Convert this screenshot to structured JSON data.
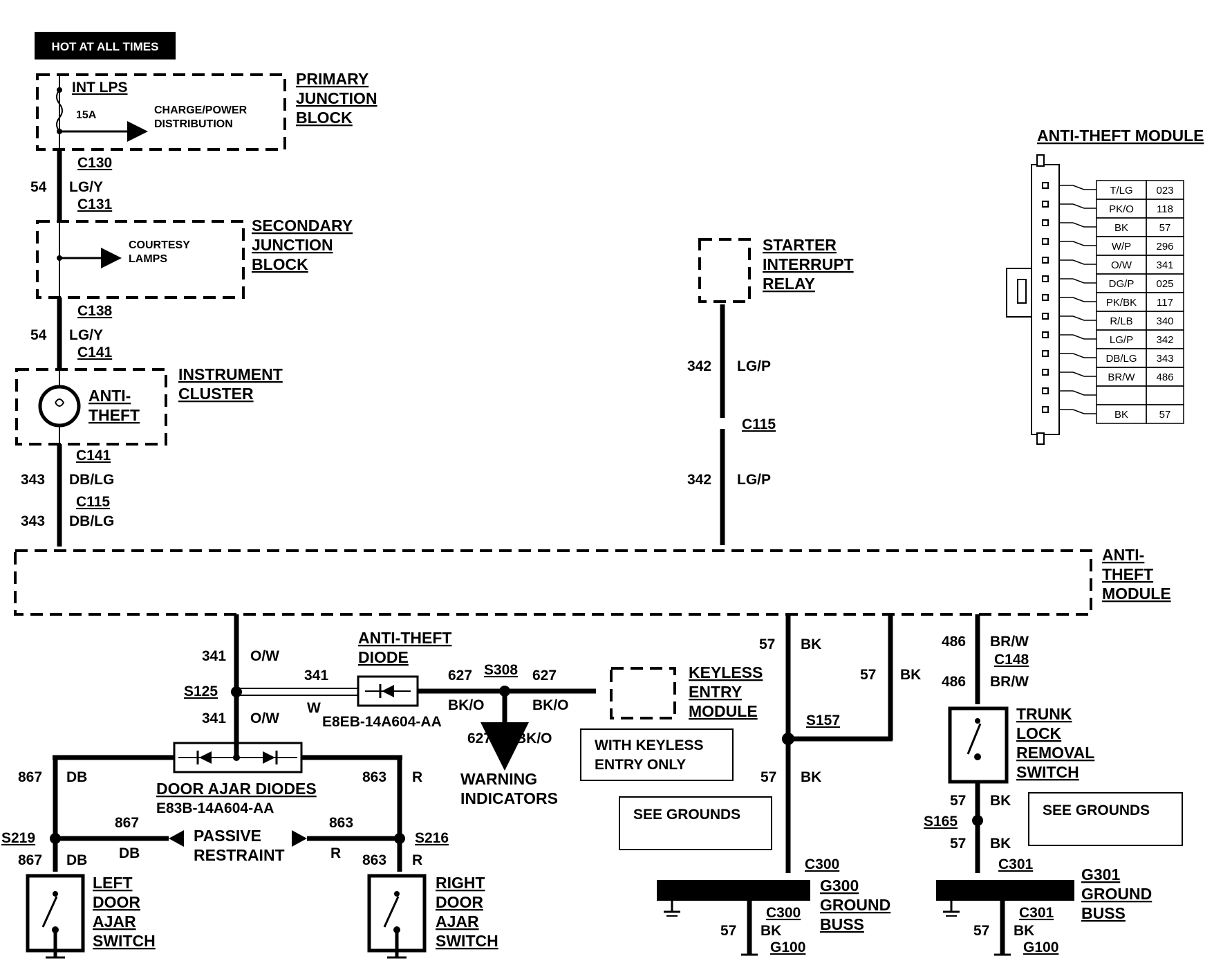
{
  "hot_label": "HOT AT ALL TIMES",
  "primary_jb": {
    "fuse_name": "INT LPS",
    "fuse_rating": "15A",
    "feed_line1": "CHARGE/POWER",
    "feed_line2": "DISTRIBUTION",
    "title_lines": [
      "PRIMARY",
      "JUNCTION",
      "BLOCK"
    ]
  },
  "secondary_jb": {
    "feed_line1": "COURTESY",
    "feed_line2": "LAMPS",
    "title_lines": [
      "SECONDARY",
      "JUNCTION",
      "BLOCK"
    ]
  },
  "instrument_cluster": {
    "lamp_lines": [
      "ANTI-",
      "THEFT"
    ],
    "title_lines": [
      "INSTRUMENT",
      "CLUSTER"
    ]
  },
  "connectors": {
    "c130": "C130",
    "c131": "C131",
    "c138": "C138",
    "c141a": "C141",
    "c141b": "C141",
    "c115a": "C115",
    "c115b": "C115",
    "c148": "C148",
    "c300a": "C300",
    "c300b": "C300",
    "c301a": "C301",
    "c301b": "C301"
  },
  "wires": {
    "w54": "54",
    "lgy": "LG/Y",
    "w343": "343",
    "dblg": "DB/LG",
    "w342": "342",
    "lgp": "LG/P",
    "w341": "341",
    "ow": "O/W",
    "w": "W",
    "w627": "627",
    "bko": "BK/O",
    "w57": "57",
    "bk": "BK",
    "w486": "486",
    "brw": "BR/W",
    "w867": "867",
    "db": "DB",
    "w863": "863",
    "r": "R"
  },
  "starter_relay": {
    "title_lines": [
      "STARTER",
      "INTERRUPT",
      "RELAY"
    ]
  },
  "atm_module": {
    "title_lines": [
      "ANTI-",
      "THEFT",
      "MODULE"
    ]
  },
  "splices": {
    "s125": "S125",
    "s308": "S308",
    "s157": "S157",
    "s165": "S165",
    "s219": "S219",
    "s216": "S216"
  },
  "anti_theft_diode": {
    "title_lines": [
      "ANTI-THEFT",
      "DIODE"
    ],
    "part_no": "E8EB-14A604-AA"
  },
  "keyless": {
    "title_lines": [
      "KEYLESS",
      "ENTRY",
      "MODULE"
    ],
    "note_lines": [
      "WITH KEYLESS",
      "ENTRY ONLY"
    ]
  },
  "warning": {
    "lines": [
      "WARNING",
      "INDICATORS"
    ]
  },
  "door_ajar_diodes": {
    "title": "DOOR AJAR DIODES",
    "part_no": "E83B-14A604-AA"
  },
  "passive_restraint": {
    "lines": [
      "PASSIVE",
      "RESTRAINT"
    ]
  },
  "left_switch": {
    "title_lines": [
      "LEFT",
      "DOOR",
      "AJAR",
      "SWITCH"
    ]
  },
  "right_switch": {
    "title_lines": [
      "RIGHT",
      "DOOR",
      "AJAR",
      "SWITCH"
    ]
  },
  "trunk_switch": {
    "title_lines": [
      "TRUNK",
      "LOCK",
      "REMOVAL",
      "SWITCH"
    ]
  },
  "see_grounds": {
    "label": "SEE GROUNDS"
  },
  "g300": {
    "title_lines": [
      "G300",
      "GROUND",
      "BUSS"
    ]
  },
  "g301": {
    "title_lines": [
      "G301",
      "GROUND",
      "BUSS"
    ]
  },
  "g100": {
    "label": "G100"
  },
  "connector_view": {
    "title": "ANTI-THEFT MODULE",
    "pins": [
      {
        "color": "T/LG",
        "circuit": "023"
      },
      {
        "color": "PK/O",
        "circuit": "118"
      },
      {
        "color": "BK",
        "circuit": "57"
      },
      {
        "color": "W/P",
        "circuit": "296"
      },
      {
        "color": "O/W",
        "circuit": "341"
      },
      {
        "color": "DG/P",
        "circuit": "025"
      },
      {
        "color": "PK/BK",
        "circuit": "117"
      },
      {
        "color": "R/LB",
        "circuit": "340"
      },
      {
        "color": "LG/P",
        "circuit": "342"
      },
      {
        "color": "DB/LG",
        "circuit": "343"
      },
      {
        "color": "BR/W",
        "circuit": "486"
      },
      {
        "color": "",
        "circuit": ""
      },
      {
        "color": "BK",
        "circuit": "57"
      }
    ]
  }
}
